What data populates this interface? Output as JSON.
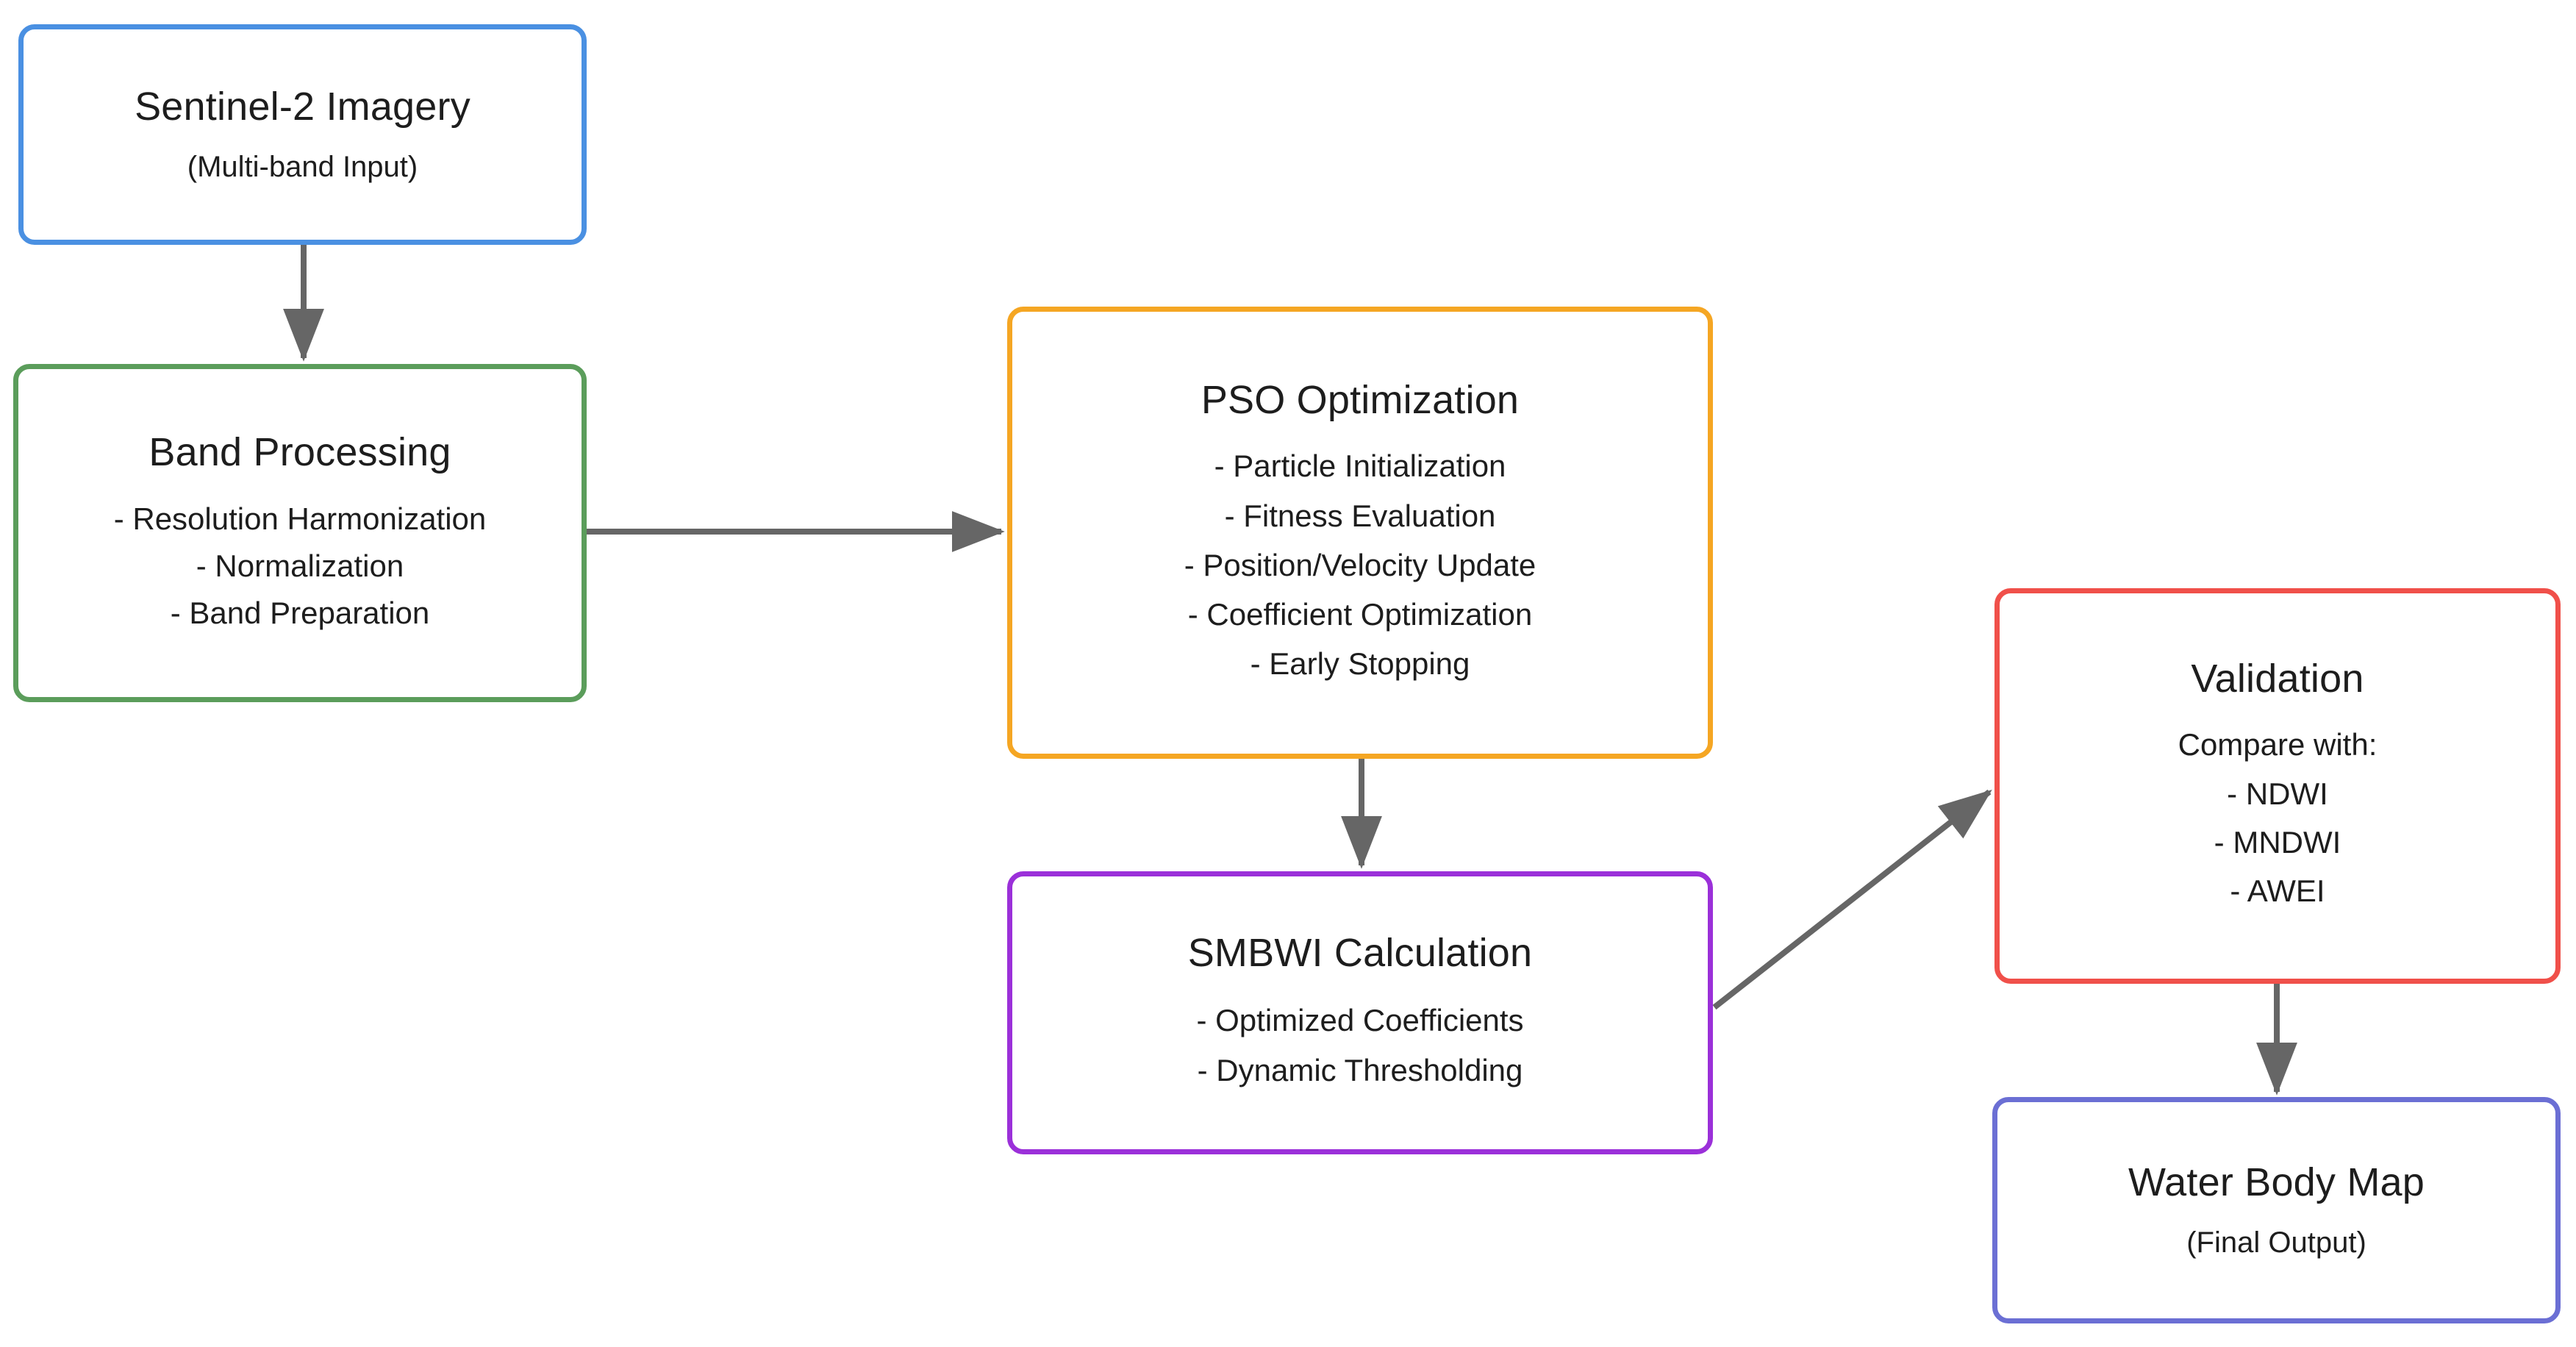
{
  "diagram": {
    "type": "flowchart",
    "orientation": "left-to-right",
    "background_color": "#ffffff",
    "edge_color": "#666666",
    "text_color": "#1d1d1d"
  },
  "nodes": {
    "source": {
      "id": "sentinel-2-imagery",
      "title": "Sentinel-2 Imagery",
      "subtitle": "(Multi-band Input)",
      "border_color": "#4a90e2"
    },
    "band": {
      "id": "band-processing",
      "title": "Band Processing",
      "items": [
        "- Resolution Harmonization",
        "- Normalization",
        "- Band Preparation"
      ],
      "border_color": "#5b9d5b"
    },
    "pso": {
      "id": "pso-optimization",
      "title": "PSO Optimization",
      "items": [
        "- Particle Initialization",
        "- Fitness Evaluation",
        "- Position/Velocity Update",
        "- Coefficient Optimization",
        "- Early Stopping"
      ],
      "border_color": "#f5a623"
    },
    "smbwi": {
      "id": "smbwi-calculation",
      "title": "SMBWI Calculation",
      "items": [
        "- Optimized Coefficients",
        "- Dynamic Thresholding"
      ],
      "border_color": "#9b30d9"
    },
    "validation": {
      "id": "validation",
      "title": "Validation",
      "items": [
        "Compare with:",
        "- NDWI",
        "- MNDWI",
        "- AWEI"
      ],
      "border_color": "#f0504a"
    },
    "output": {
      "id": "water-body-map",
      "title": "Water Body Map",
      "subtitle": "(Final Output)",
      "border_color": "#6b6fd4"
    }
  },
  "edges": [
    {
      "id": "edge-source-to-band",
      "from": "sentinel-2-imagery",
      "to": "band-processing",
      "direction": "down"
    },
    {
      "id": "edge-band-to-pso",
      "from": "band-processing",
      "to": "pso-optimization",
      "direction": "right"
    },
    {
      "id": "edge-pso-to-smbwi",
      "from": "pso-optimization",
      "to": "smbwi-calculation",
      "direction": "down"
    },
    {
      "id": "edge-smbwi-to-validation",
      "from": "smbwi-calculation",
      "to": "validation",
      "direction": "diagonal-up-right"
    },
    {
      "id": "edge-validation-to-output",
      "from": "validation",
      "to": "water-body-map",
      "direction": "down"
    }
  ]
}
